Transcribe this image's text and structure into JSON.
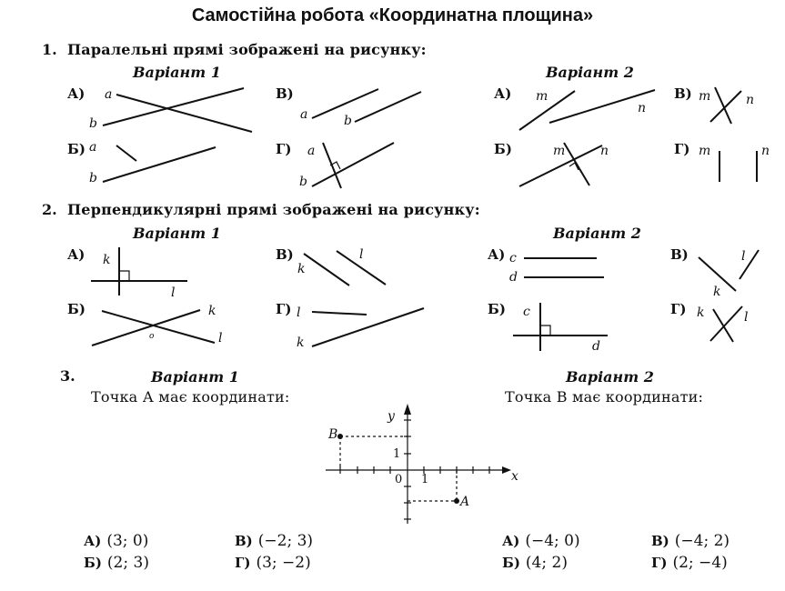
{
  "title": "Самостійна робота «Координатна площина»",
  "q1": {
    "number": "1.",
    "text": "Паралельні прямі зображені на рисунку:",
    "variant1": "Варіант 1",
    "variant2": "Варіант 2",
    "v1_options": [
      "А)",
      "В)",
      "Б)",
      "Г)"
    ],
    "v2_options": [
      "А)",
      "В)",
      "Б)",
      "Г)"
    ]
  },
  "q2": {
    "number": "2.",
    "text": "Перпендикулярні прямі зображені на рисунку:",
    "variant1": "Варіант 1",
    "variant2": "Варіант 2",
    "v1_options": [
      "А)",
      "В)",
      "Б)",
      "Г)"
    ],
    "v2_options": [
      "А)",
      "В)",
      "Б)",
      "Г)"
    ]
  },
  "q3": {
    "number": "3.",
    "variant1": "Варіант 1",
    "variant2": "Варіант 2",
    "text1": "Точка А має координати:",
    "text2": "Точка В має координати:",
    "v1_answers": [
      {
        "label": "А)",
        "value": "(3; 0)"
      },
      {
        "label": "В)",
        "value": "(−2; 3)"
      },
      {
        "label": "Б)",
        "value": "(2; 3)"
      },
      {
        "label": "Г)",
        "value": "(3; −2)"
      }
    ],
    "v2_answers": [
      {
        "label": "А)",
        "value": "(−4; 0)"
      },
      {
        "label": "В)",
        "value": "(−4; 2)"
      },
      {
        "label": "Б)",
        "value": "(4; 2)"
      },
      {
        "label": "Г)",
        "value": "(2; −4)"
      }
    ]
  },
  "line_labels": {
    "a": "a",
    "b": "b",
    "m": "m",
    "n": "n",
    "k": "k",
    "l": "l",
    "c": "c",
    "d": "d",
    "o": "o"
  },
  "coordinate_plane": {
    "y_axis": "y",
    "x_axis": "x",
    "origin": "0",
    "unit": "1",
    "point_a": "A",
    "point_b": "B"
  }
}
